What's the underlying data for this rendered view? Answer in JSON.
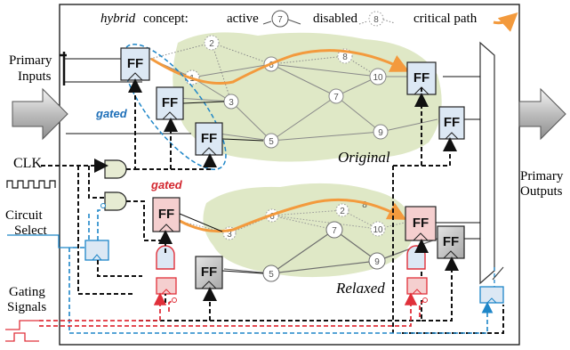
{
  "colors": {
    "blue_dashed": "#1e86c8",
    "orange_path": "#f39a3d",
    "red_gating": "#e0303a",
    "cloud": "#dfe8c6",
    "ff_blue": "#dce8f4",
    "ff_red": "#f5cfcf",
    "ff_gray": "#cfcfcf",
    "blue_label": "#1e6fb8",
    "red_label": "#d3272f"
  },
  "legend": {
    "hybrid": "hybrid",
    "concept": "concept:",
    "active": "active",
    "disabled": "disabled",
    "critical_path": "critical path",
    "active_node": "7",
    "disabled_node": "8"
  },
  "labels": {
    "primary_inputs_1": "Primary",
    "primary_inputs_2": "Inputs",
    "primary_outputs_1": "Primary",
    "primary_outputs_2": "Outputs",
    "clk": "CLK",
    "circuit_select_1": "Circuit",
    "circuit_select_2": "Select",
    "gating_signals_1": "Gating",
    "gating_signals_2": "Signals",
    "gated_blue": "gated",
    "gated_red": "gated",
    "original": "Original",
    "relaxed": "Relaxed",
    "ff": "FF"
  },
  "original_nodes": [
    "1",
    "2",
    "3",
    "5",
    "6",
    "7",
    "8",
    "9",
    "10"
  ],
  "relaxed_nodes": [
    "2",
    "3",
    "5",
    "6",
    "7",
    "8",
    "9",
    "10"
  ],
  "icons": [
    "input-arrow-icon",
    "output-arrow-icon",
    "clock-waveform-icon",
    "gating-waveform-icon",
    "multiplexer-icon",
    "and-gate-icon",
    "latch-icon"
  ]
}
